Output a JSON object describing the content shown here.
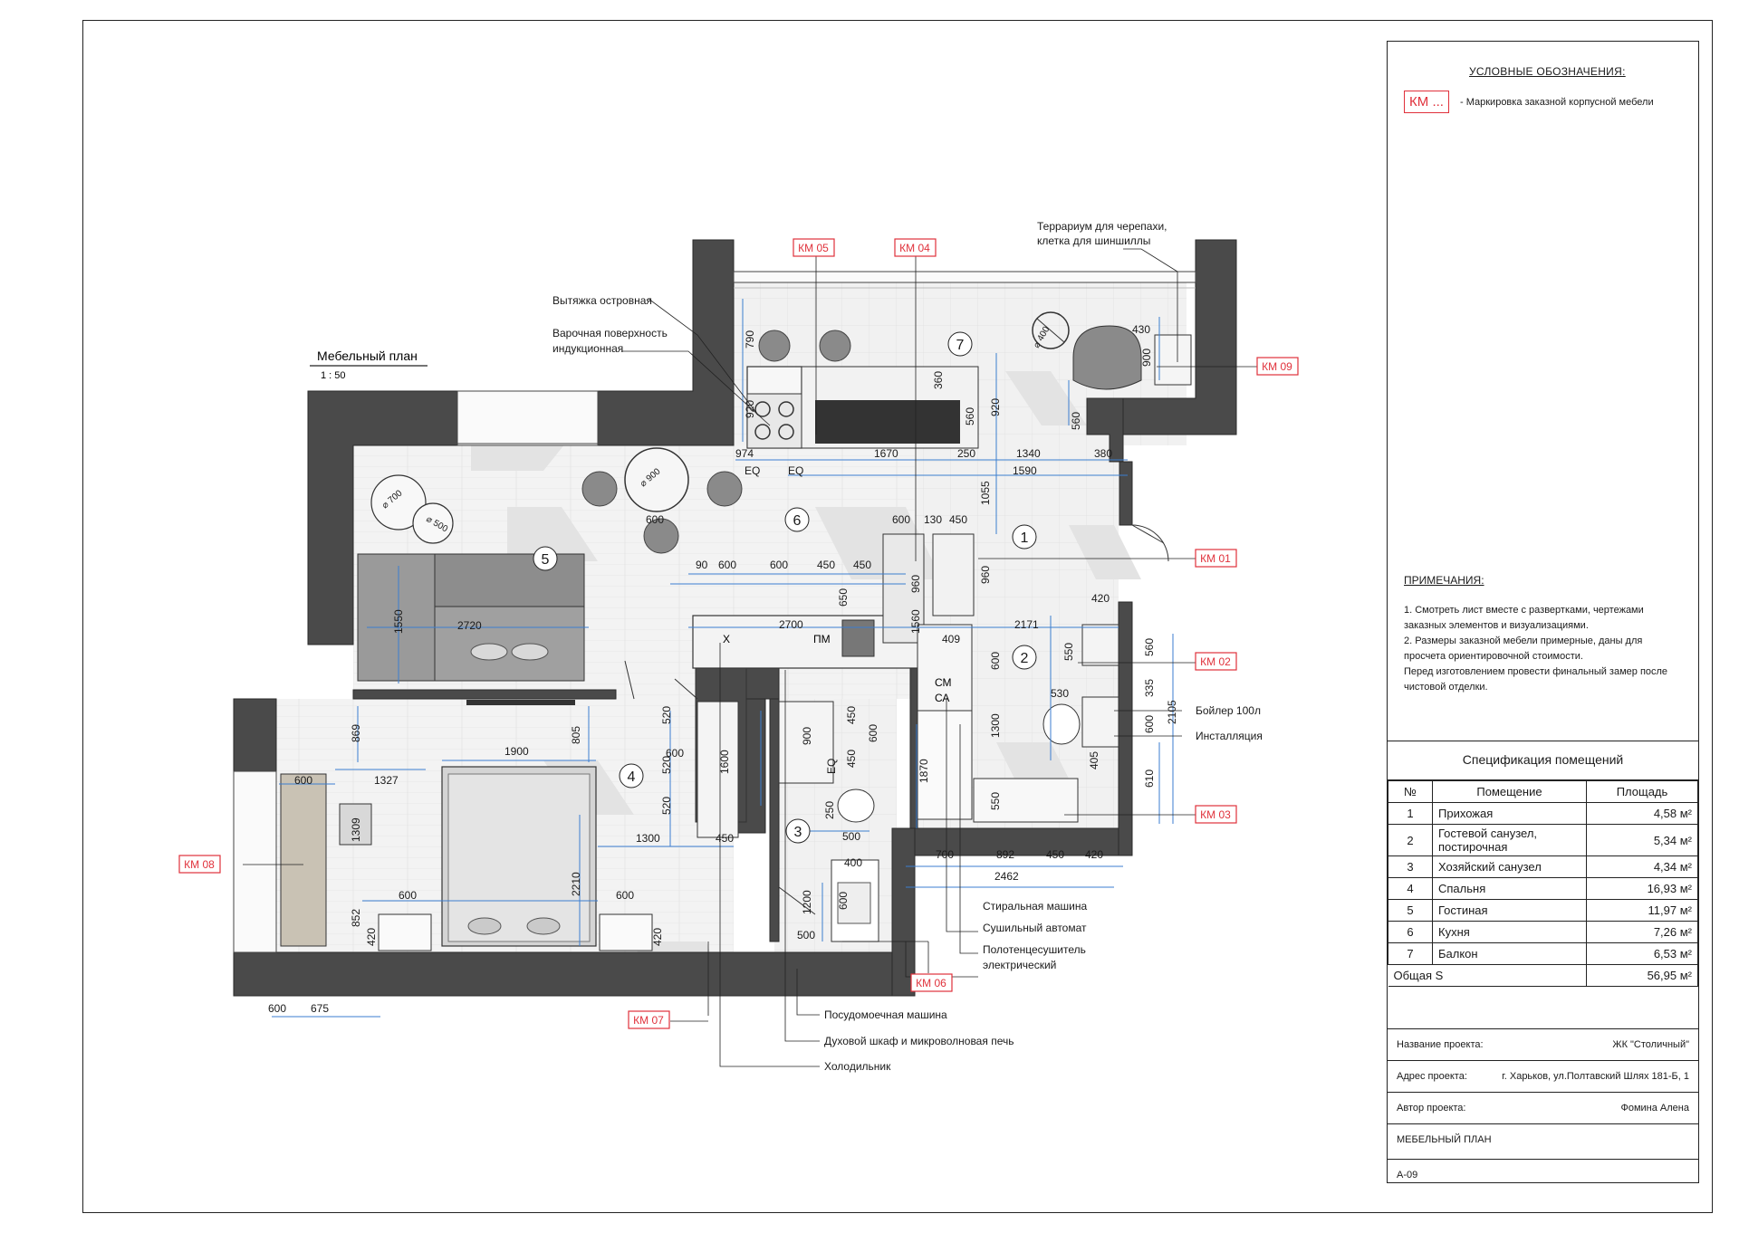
{
  "plan": {
    "title": "Мебельный план",
    "scale": "1 : 50"
  },
  "legend": {
    "title": "УСЛОВНЫЕ ОБОЗНАЧЕНИЯ:",
    "km_symbol": "КМ ...",
    "km_text": "- Маркировка заказной корпусной мебели"
  },
  "notes": {
    "title": "ПРИМЕЧАНИЯ:",
    "text": "1. Смотреть лист вместе с развертками, чертежами заказных элементов и визуализациями.\n2. Размеры заказной мебели примерные, даны для просчета ориентировочной стоимости.\nПеред изготовлением провести финальный замер после чистовой отделки."
  },
  "spec": {
    "title": "Спецификация помещений",
    "headers": [
      "№",
      "Помещение",
      "Площадь"
    ],
    "rows": [
      {
        "n": "1",
        "room": "Прихожая",
        "area": "4,58 м²"
      },
      {
        "n": "2",
        "room": "Гостевой санузел, постирочная",
        "area": "5,34 м²"
      },
      {
        "n": "3",
        "room": "Хозяйский санузел",
        "area": "4,34 м²"
      },
      {
        "n": "4",
        "room": "Спальня",
        "area": "16,93 м²"
      },
      {
        "n": "5",
        "room": "Гостиная",
        "area": "11,97 м²"
      },
      {
        "n": "6",
        "room": "Кухня",
        "area": "7,26 м²"
      },
      {
        "n": "7",
        "room": "Балкон",
        "area": "6,53 м²"
      }
    ],
    "total_label": "Общая S",
    "total_value": "56,95 м²"
  },
  "meta": {
    "project_label": "Название проекта:",
    "project_value": "ЖК \"Столичный\"",
    "address_label": "Адрес проекта:",
    "address_value": "г. Харьков, ул.Полтавский Шлях 181-Б, 1",
    "author_label": "Автор проекта:",
    "author_value": "Фомина Алена",
    "sheet_name": "МЕБЕЛЬНЫЙ ПЛАН",
    "sheet_code": "А-09"
  },
  "km_labels": [
    "КМ 05",
    "КМ 04",
    "КМ 09",
    "КМ 01",
    "КМ 02",
    "КМ 03",
    "КМ 08",
    "КМ 06",
    "КМ 07"
  ],
  "room_numbers": [
    "1",
    "2",
    "3",
    "4",
    "5",
    "6",
    "7"
  ],
  "callouts": {
    "hood": "Вытяжка островная",
    "hob_1": "Варочная поверхность",
    "hob_2": "индукционная",
    "terrarium_1": "Террариум для черепахи,",
    "terrarium_2": "клетка для шиншиллы",
    "boiler": "Бойлер 100л",
    "installation": "Инсталляция",
    "washer": "Стиральная машина",
    "dryer": "Сушильный автомат",
    "towel_1": "Полотенцесушитель",
    "towel_2": "электрический",
    "dishwasher": "Посудомоечная машина",
    "oven": "Духовой шкаф и микроволновая печь",
    "fridge": "Холодильник"
  },
  "tags": {
    "cm": "СМ",
    "ca": "СА",
    "x": "Х",
    "pm": "ПМ",
    "eq": "EQ"
  },
  "dims": {
    "d974": "974",
    "d1670": "1670",
    "d250": "250",
    "d1340": "1340",
    "d1590": "1590",
    "d380": "380",
    "d790": "790",
    "d920a": "920",
    "d360": "360",
    "d560a": "560",
    "d920b": "920",
    "d560b": "560",
    "d430": "430",
    "d900a": "900",
    "d1055": "1055",
    "d600a": "600",
    "d130": "130",
    "d450a": "450",
    "d90": "90",
    "d600b": "600",
    "d600c": "600",
    "d450b": "450",
    "d450c": "450",
    "d960a": "960",
    "d1560": "1560",
    "d650": "650",
    "d960b": "960",
    "d2720": "2720",
    "d1550": "1550",
    "d2700": "2700",
    "d2171": "2171",
    "d420a": "420",
    "d409": "409",
    "d600d": "600",
    "d1300": "1300",
    "d550": "550",
    "d530": "530",
    "d560c": "560",
    "d335": "335",
    "d600e": "600",
    "d2105": "2105",
    "d405": "405",
    "d610": "610",
    "d1870": "1870",
    "d550b": "550",
    "d869": "869",
    "d600f": "600",
    "d1327": "1327",
    "d1309": "1309",
    "d1900": "1900",
    "d805": "805",
    "d520a": "520",
    "d520b": "520",
    "d520c": "520",
    "d1600": "1600",
    "d900b": "900",
    "d450d": "450",
    "d600g": "600",
    "d450e": "450",
    "d250b": "250",
    "d500a": "500",
    "d400": "400",
    "d1200": "1200",
    "d600h": "600",
    "d500b": "500",
    "d1300b": "1300",
    "d2210": "2210",
    "d450f": "450",
    "d600i": "600",
    "d600j": "600",
    "d852": "852",
    "d420b": "420",
    "d420c": "420",
    "d700": "700",
    "d892": "892",
    "d450g": "450",
    "d420d": "420",
    "d2462": "2462",
    "d600k": "600",
    "d675": "675",
    "dia700": "⌀ 700",
    "dia500": "⌀ 500",
    "dia900": "⌀ 900",
    "dia400": "⌀ 400"
  }
}
